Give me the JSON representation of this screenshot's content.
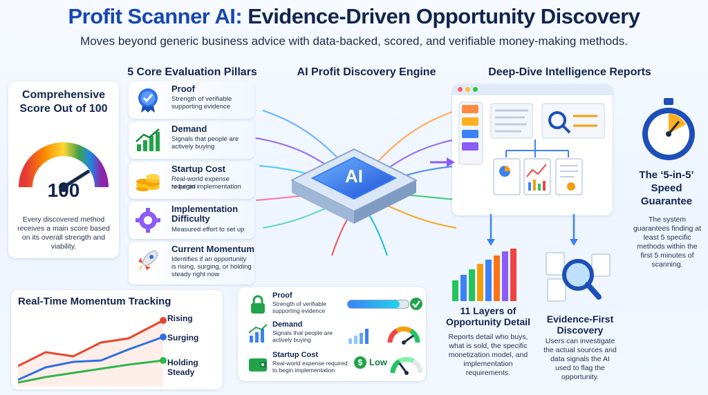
{
  "header": {
    "title_part1": "Profit Scanner AI:",
    "title_part2": "Evidence-Driven Opportunity Discovery",
    "subtitle": "Moves beyond generic business advice with data-backed, scored, and verifiable money-making methods."
  },
  "columns": {
    "pillars_heading": "5 Core Evaluation Pillars",
    "engine_heading": "AI Profit Discovery Engine",
    "reports_heading": "Deep-Dive Intelligence Reports"
  },
  "score": {
    "title_line1": "Comprehensive",
    "title_line2": "Score Out of 100",
    "value": "100",
    "gauge_fraction": 0.82,
    "description": "Every discovered method receives a main score based on its overall strength and viability."
  },
  "pillars": [
    {
      "name": "Proof",
      "desc_line1": "Strength of verifiable",
      "desc_line2": "supporting evidence",
      "icon": "badge-check-icon"
    },
    {
      "name": "Demand",
      "desc_line1": "Signals that people are",
      "desc_line2": "actively buying",
      "icon": "growth-chart-icon"
    },
    {
      "name": "Startup Cost",
      "desc_line1": "Real-world expense required",
      "desc_line2": "to begin implementation",
      "icon": "coins-icon"
    },
    {
      "name_line1": "Implementation",
      "name_line2": "Difficulty",
      "desc_line1": "Measured effort to set up",
      "icon": "gear-icon"
    },
    {
      "name": "Current Momentum",
      "desc_line1": "Identifies if an opportunity",
      "desc_line2": "is rising, surging, or holding",
      "desc_line3": "steady right now",
      "icon": "rocket-icon"
    }
  ],
  "engine": {
    "chip_label": "AI"
  },
  "momentum": {
    "title": "Real-Time Momentum Tracking",
    "legend": [
      "Rising",
      "Surging",
      "Holding Steady"
    ],
    "colors": [
      "#e8452c",
      "#2f6fe0",
      "#2fb54a"
    ]
  },
  "mini_pillars": [
    {
      "name": "Proof",
      "desc_line1": "Strength of verifiable",
      "desc_line2": "supporting evidence",
      "progress": 0.85,
      "status": "check"
    },
    {
      "name": "Demand",
      "desc_line1": "Signals that people are",
      "desc_line2": "actively buying",
      "gauge": 0.8
    },
    {
      "name": "Startup Cost",
      "desc_line1": "Real-world expense required",
      "desc_line2": "to begin implementation",
      "cost_symbol": "$",
      "cost_label": "Low",
      "gauge": 0.3
    }
  ],
  "reports": {
    "layers_title_line1": "11 Layers of",
    "layers_title_line2": "Opportunity Detail",
    "layers_desc": "Reports detail who buys, what is sold, the specific monetization model, and implementation requirements.",
    "evidence_title_line1": "Evidence-First",
    "evidence_title_line2": "Discovery",
    "evidence_desc": "Users can investigate the actual sources and data signals the AI used to flag the opportunity."
  },
  "speed": {
    "title_line1": "The ‘5-in-5’",
    "title_line2": "Speed",
    "title_line3": "Guarantee",
    "description": "The system guarantees finding at least 5 specific methods within the first 5 minutes of scanning."
  }
}
